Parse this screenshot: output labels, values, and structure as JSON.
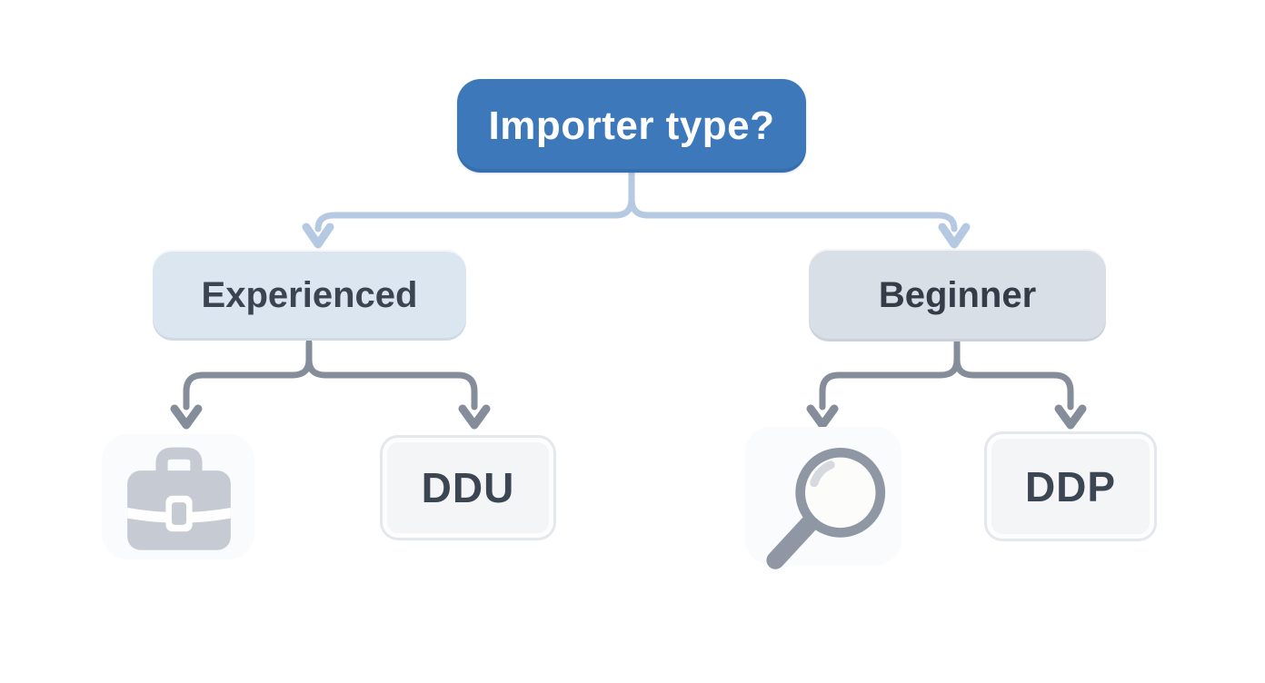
{
  "diagram": {
    "type": "decision-tree",
    "nodes": {
      "root": {
        "label": "Importer type?"
      },
      "experienced": {
        "label": "Experienced"
      },
      "beginner": {
        "label": "Beginner"
      },
      "ddu": {
        "label": "DDU"
      },
      "ddp": {
        "label": "DDP"
      }
    },
    "edges": [
      {
        "from": "root",
        "to": "experienced"
      },
      {
        "from": "root",
        "to": "beginner"
      },
      {
        "from": "experienced",
        "to": "briefcase-icon"
      },
      {
        "from": "experienced",
        "to": "ddu"
      },
      {
        "from": "beginner",
        "to": "magnifying-glass-icon"
      },
      {
        "from": "beginner",
        "to": "ddp"
      }
    ],
    "icons": {
      "left_leaf": "briefcase-icon",
      "right_leaf": "magnifying-glass-icon"
    },
    "colors": {
      "background": "#ffffff",
      "root_fill": "#3d78bb",
      "root_text": "#ffffff",
      "experienced_fill": "#dce6f1",
      "beginner_fill": "#d9dfe7",
      "branch_text": "#3b4450",
      "leaf_fill": "#f4f5f7",
      "leaf_border": "#e4e7eb",
      "leaf_text": "#3c4552",
      "connector_primary": "#b6c9e2",
      "connector_secondary": "#848d99",
      "briefcase_icon": "#c6cbd3",
      "magnifier_icon": "#8e97a3"
    }
  }
}
